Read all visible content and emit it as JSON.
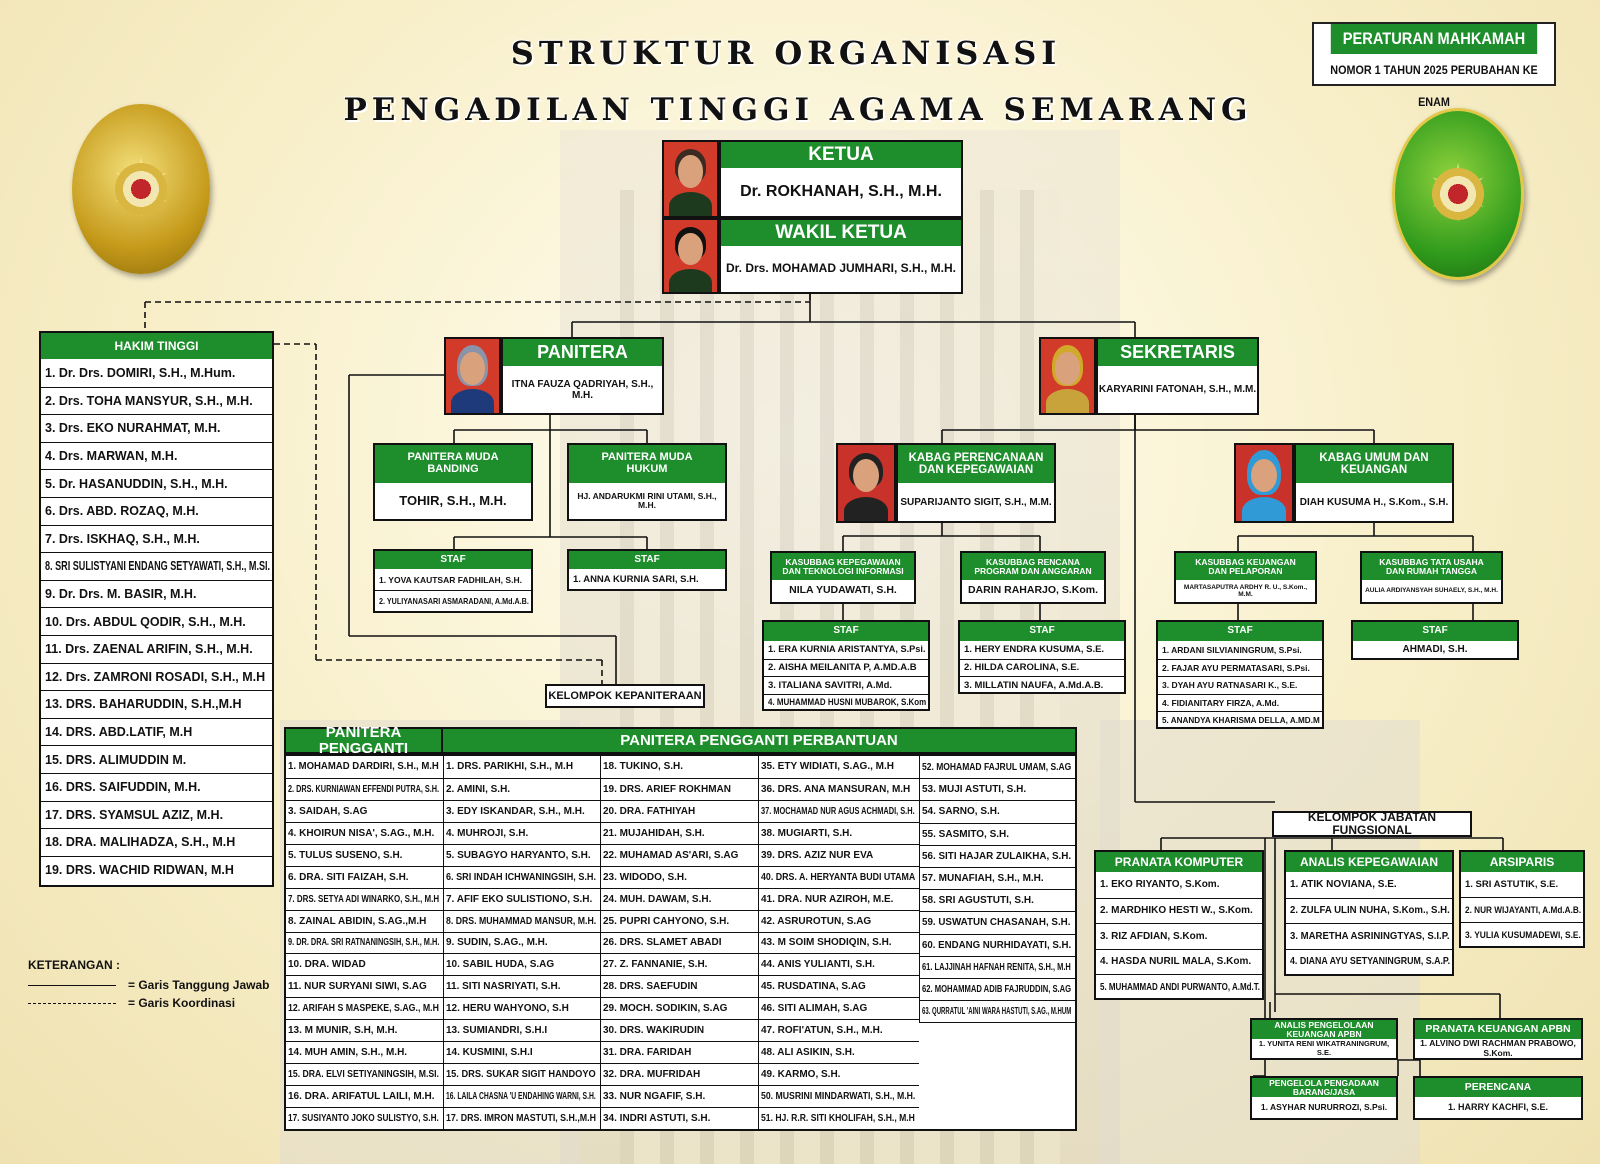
{
  "title_line1": "STRUKTUR ORGANISASI",
  "title_line2": "PENGADILAN TINGGI AGAMA SEMARANG",
  "regulation": {
    "title": "PERATURAN MAHKAMAH AGUNG",
    "subtitle": "NOMOR 1 TAHUN 2025 PERUBAHAN KE ENAM"
  },
  "colors": {
    "green": "#1e8e2c",
    "border": "#111111",
    "background": "#f8efc9"
  },
  "ketua": {
    "title": "KETUA",
    "name": "Dr. ROKHANAH, S.H., M.H."
  },
  "wakil_ketua": {
    "title": "WAKIL KETUA",
    "name": "Dr. Drs. MOHAMAD JUMHARI, S.H., M.H."
  },
  "hakim_tinggi": {
    "title": "HAKIM TINGGI",
    "members": [
      "1. Dr. Drs. DOMIRI, S.H., M.Hum.",
      "2. Drs. TOHA MANSYUR, S.H., M.H.",
      "3. Drs. EKO NURAHMAT, M.H.",
      "4. Drs. MARWAN, M.H.",
      "5. Dr. HASANUDDIN, S.H., M.H.",
      "6. Drs. ABD. ROZAQ, M.H.",
      "7. Drs. ISKHAQ, S.H., M.H.",
      "8. SRI SULISTYANI ENDANG SETYAWATI, S.H., M.SI.",
      "9. Dr. Drs. M. BASIR, M.H.",
      "10. Drs. ABDUL QODIR, S.H., M.H.",
      "11. Drs. ZAENAL ARIFIN, S.H., M.H.",
      "12. Drs. ZAMRONI ROSADI, S.H., M.H",
      "13. DRS. BAHARUDDIN, S.H.,M.H",
      "14. DRS. ABD.LATIF, M.H",
      "15. DRS. ALIMUDDIN M.",
      "16. DRS. SAIFUDDIN, M.H.",
      "17. DRS. SYAMSUL AZIZ, M.H.",
      "18. DRA. MALIHADZA, S.H., M.H",
      "19. DRS. WACHID RIDWAN, M.H"
    ]
  },
  "panitera": {
    "title": "PANITERA",
    "name": "ITNA FAUZA QADRIYAH, S.H., M.H."
  },
  "sekretaris": {
    "title": "SEKRETARIS",
    "name": "KARYARINI FATONAH, S.H., M.M."
  },
  "panmud_banding": {
    "title": "PANITERA MUDA BANDING",
    "name": "TOHIR, S.H., M.H."
  },
  "panmud_hukum": {
    "title": "PANITERA MUDA HUKUM",
    "name": "HJ. ANDARUKMI RINI UTAMI, S.H., M.H."
  },
  "staf_banding": {
    "title": "STAF",
    "members": [
      "1. YOVA KAUTSAR FADHILAH, S.H.",
      "2. YULIYANASARI ASMARADANI, A.Md.A.B."
    ]
  },
  "staf_hukum": {
    "title": "STAF",
    "members": [
      "1. ANNA KURNIA SARI, S.H."
    ]
  },
  "kabag_perencanaan": {
    "title": "KABAG PERENCANAAN DAN KEPEGAWAIAN",
    "name": "SUPARIJANTO SIGIT, S.H., M.M."
  },
  "kabag_umum": {
    "title": "KABAG UMUM DAN KEUANGAN",
    "name": "DIAH KUSUMA H., S.Kom., S.H."
  },
  "kasubbag_kepegawaian": {
    "title": "KASUBBAG KEPEGAWAIAN DAN TEKNOLOGI INFORMASI",
    "name": "NILA YUDAWATI, S.H."
  },
  "kasubbag_rencana": {
    "title": "KASUBBAG RENCANA PROGRAM DAN ANGGARAN",
    "name": "DARIN RAHARJO, S.Kom."
  },
  "kasubbag_keuangan": {
    "title": "KASUBBAG KEUANGAN DAN PELAPORAN",
    "name": "MARTASAPUTRA ARDHY R. U., S.Kom., M.M."
  },
  "kasubbag_tata_usaha": {
    "title": "KASUBBAG TATA USAHA DAN RUMAH TANGGA",
    "name": "AULIA ARDIYANSYAH SUHAELY, S.H., M.H."
  },
  "staf_kepegawaian": {
    "title": "STAF",
    "members": [
      "1. ERA KURNIA ARISTANTYA, S.Psi.",
      "2. AISHA MEILANITA P, A.MD.A.B",
      "3. ITALIANA SAVITRI, A.Md.",
      "4. MUHAMMAD HUSNI MUBAROK, S.Kom"
    ]
  },
  "staf_rencana": {
    "title": "STAF",
    "members": [
      "1. HERY ENDRA KUSUMA, S.E.",
      "2. HILDA CAROLINA, S.E.",
      "3. MILLATIN NAUFA, A.Md.A.B."
    ]
  },
  "staf_keuangan": {
    "title": "STAF",
    "members": [
      "1. ARDANI SILVIANINGRUM, S.Psi.",
      "2. FAJAR AYU PERMATASARI, S.Psi.",
      "3. DYAH AYU RATNASARI K., S.E.",
      "4. FIDIANITARY FIRZA, A.Md.",
      "5. ANANDYA KHARISMA DELLA, A.MD.M"
    ]
  },
  "staf_tata_usaha": {
    "title": "STAF",
    "members": [
      "AHMADI, S.H."
    ]
  },
  "kelompok_kepaniteraan": "KELOMPOK KEPANITERAAN",
  "kelompok_fungsional": "KELOMPOK JABATAN FUNGSIONAL",
  "panitera_pengganti": {
    "title": "PANITERA PENGGANTI",
    "members": [
      "1. MOHAMAD DARDIRI, S.H., M.H",
      "2. DRS. KURNIAWAN EFFENDI PUTRA, S.H.",
      "3. SAIDAH, S.AG",
      "4. KHOIRUN NISA', S.AG., M.H.",
      "5. TULUS SUSENO, S.H.",
      "6. DRA. SITI FAIZAH, S.H.",
      "7. DRS. SETYA ADI WINARKO, S.H., M.H",
      "8. ZAINAL ABIDIN, S.AG.,M.H",
      "9. DR. DRA. SRI RATNANINGSIH, S.H., M.H.",
      "10. DRA. WIDAD",
      "11. NUR SURYANI SIWI, S.AG",
      "12. ARIFAH S MASPEKE, S.AG., M.H",
      "13. M MUNIR, S.H, M.H.",
      "14. MUH AMIN, S.H., M.H.",
      "15. DRA. ELVI SETIYANINGSIH, M.SI.",
      "16. DRA. ARIFATUL LAILI, M.H.",
      "17. SUSIYANTO JOKO SULISTYO, S.H."
    ]
  },
  "panitera_pengganti_perbantuan": {
    "title": "PANITERA PENGGANTI PERBANTUAN",
    "col1": [
      "1. DRS. PARIKHI, S.H., M.H",
      "2. AMINI, S.H.",
      "3. EDY ISKANDAR, S.H., M.H.",
      "4. MUHROJI, S.H.",
      "5. SUBAGYO HARYANTO, S.H.",
      "6. SRI INDAH ICHWANINGSIH, S.H.",
      "7. AFIF EKO SULISTIONO, S.H.",
      "8. DRS. MUHAMMAD MANSUR, M.H.",
      "9. SUDIN, S.AG., M.H.",
      "10. SABIL HUDA, S.AG",
      "11. SITI NASRIYATI, S.H.",
      "12. HERU WAHYONO, S.H",
      "13. SUMIANDRI, S.H.I",
      "14. KUSMINI, S.H.I",
      "15. DRS. SUKAR SIGIT HANDOYO",
      "16. LAILA CHASNA 'U ENDAHING WARNI, S.H.",
      "17. DRS. IMRON MASTUTI, S.H.,M.H"
    ],
    "col2": [
      "18. TUKINO, S.H.",
      "19. DRS. ARIEF ROKHMAN",
      "20. DRA. FATHIYAH",
      "21. MUJAHIDAH, S.H.",
      "22. MUHAMAD AS'ARI, S.AG",
      "23. WIDODO, S.H.",
      "24. MUH. DAWAM, S.H.",
      "25. PUPRI CAHYONO, S.H.",
      "26. DRS. SLAMET ABADI",
      "27. Z. FANNANIE, S.H.",
      "28. DRS. SAEFUDIN",
      "29. MOCH. SODIKIN, S.AG",
      "30. DRS. WAKIRUDIN",
      "31. DRA. FARIDAH",
      "32. DRA. MUFRIDAH",
      "33. NUR NGAFIF, S.H.",
      "34. INDRI ASTUTI, S.H."
    ],
    "col3": [
      "35. ETY WIDIATI, S.AG., M.H",
      "36. DRS. ANA MANSURAN, M.H",
      "37. MOCHAMAD NUR AGUS ACHMADI, S.H.",
      "38. MUGIARTI, S.H.",
      "39. DRS. AZIZ NUR EVA",
      "40. DRS. A. HERYANTA BUDI UTAMA",
      "41. DRA. NUR AZIROH, M.E.",
      "42. ASRUROTUN, S.AG",
      "43. M SOIM SHODIQIN, S.H.",
      "44. ANIS YULIANTI, S.H.",
      "45. RUSDATINA, S.AG",
      "46. SITI ALIMAH, S.AG",
      "47. ROFI'ATUN, S.H., M.H.",
      "48. ALI ASIKIN, S.H.",
      "49. KARMO, S.H.",
      "50. MUSRINI MINDARWATI, S.H., M.H.",
      "51. HJ. R.R. SITI KHOLIFAH, S.H., M.H"
    ],
    "col4": [
      "52. MOHAMAD FAJRUL UMAM, S.AG",
      "53. MUJI ASTUTI, S.H.",
      "54. SARNO, S.H.",
      "55. SASMITO, S.H.",
      "56. SITI HAJAR ZULAIKHA, S.H.",
      "57. MUNAFIAH, S.H., M.H.",
      "58. SRI AGUSTUTI, S.H.",
      "59. USWATUN CHASANAH, S.H.",
      "60. ENDANG NURHIDAYATI, S.H.",
      "61. LAJJINAH HAFNAH RENITA, S.H., M.H",
      "62. MOHAMMAD ADIB FAJRUDDIN, S.AG",
      "63. QURRATUL 'AINI WARA HASTUTI, S.AG., M.HUM"
    ]
  },
  "pranata_komputer": {
    "title": "PRANATA KOMPUTER",
    "members": [
      "1. EKO RIYANTO, S.Kom.",
      "2. MARDHIKO HESTI W., S.Kom.",
      "3. RIZ AFDIAN, S.Kom.",
      "4. HASDA NURIL MALA, S.Kom.",
      "5. MUHAMMAD ANDI PURWANTO, A.Md.T."
    ]
  },
  "analis_kepegawaian": {
    "title": "ANALIS KEPEGAWAIAN",
    "members": [
      "1. ATIK NOVIANA, S.E.",
      "2. ZULFA ULIN NUHA, S.Kom., S.H.",
      "3. MARETHA ASRININGTYAS, S.I.P.",
      "4. DIANA AYU SETYANINGRUM, S.A.P."
    ]
  },
  "arsiparis": {
    "title": "ARSIPARIS",
    "members": [
      "1. SRI ASTUTIK, S.E.",
      "2. NUR WIJAYANTI, A.Md.A.B.",
      "3. YULIA KUSUMADEWI, S.E."
    ]
  },
  "analis_apbn": {
    "title": "ANALIS PENGELOLAAN KEUANGAN APBN",
    "members": [
      "1. YUNITA RENI WIKATRANINGRUM, S.E."
    ]
  },
  "pranata_keuangan": {
    "title": "PRANATA KEUANGAN APBN",
    "members": [
      "1. ALVINO DWI RACHMAN PRABOWO, S.Kom."
    ]
  },
  "pengelola_pengadaan": {
    "title": "PENGELOLA PENGADAAN BARANG/JASA",
    "members": [
      "1. ASYHAR NURURROZI, S.Psi."
    ]
  },
  "perencana": {
    "title": "PERENCANA",
    "members": [
      "1. HARRY KACHFI, S.E."
    ]
  },
  "legend": {
    "title": "KETERANGAN :",
    "solid": "= Garis Tanggung Jawab",
    "dashed": "= Garis Koordinasi"
  }
}
